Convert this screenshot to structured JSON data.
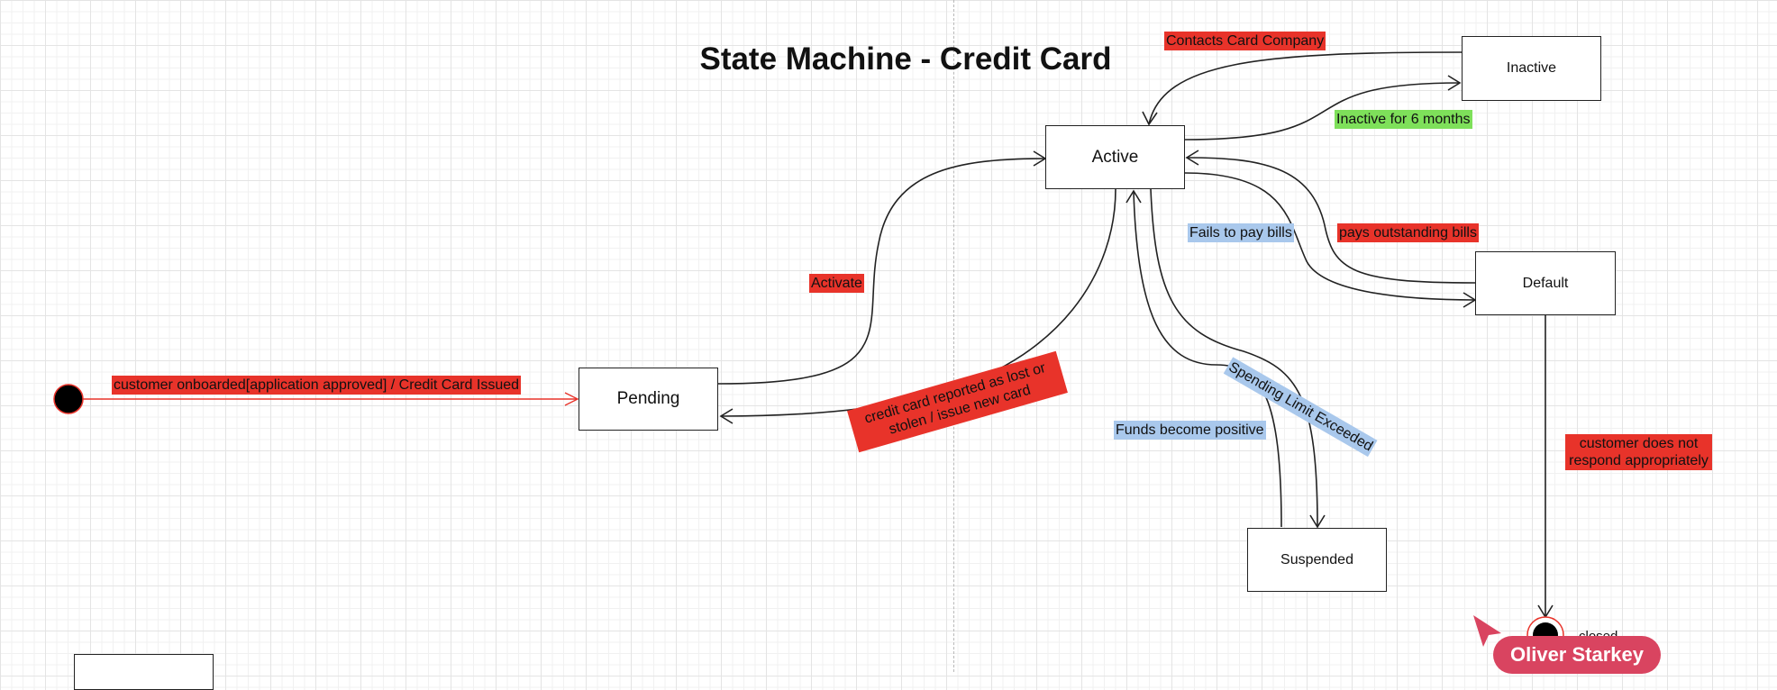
{
  "diagram": {
    "title": "State Machine - Credit Card",
    "states": {
      "pending": "Pending",
      "active": "Active",
      "inactive": "Inactive",
      "default": "Default",
      "suspended": "Suspended"
    },
    "final_label": "closed",
    "transitions": {
      "onboard": "customer onboarded[application approved] / Credit Card Issued",
      "activate": "Activate",
      "lost_stolen": "credit card reported as lost or stolen / issue new card",
      "contacts_company": "Contacts Card Company",
      "inactive_months": "Inactive for 6 months",
      "fails_to_pay": "Fails to pay bills",
      "pays_outstanding": "pays outstanding bills",
      "spending_limit": "Spending Limit Exceeded",
      "funds_positive": "Funds become positive",
      "not_respond": "customer does not respond appropriately"
    }
  },
  "collaborator": {
    "name": "Oliver Starkey",
    "color": "#d94460"
  },
  "colors": {
    "label_red": "#e8332a",
    "label_blue": "#a9c8ec",
    "label_green": "#7ee05a",
    "initial_line": "#e8332a"
  }
}
